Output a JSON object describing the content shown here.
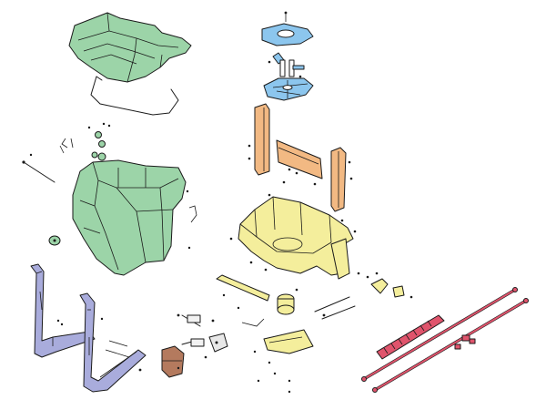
{
  "diagram": {
    "type": "exploded-parts-view",
    "colors": {
      "hopper_lid": "#9cd4a8",
      "hopper": "#9cd4a8",
      "spinner": "#8cc6ee",
      "uprights": "#f2b983",
      "main_frame": "#f4ee9c",
      "side_frames": "#a9acdc",
      "gearbox": "#b47a5e",
      "shafts": "#e0546c",
      "outline": "#1a1a1a"
    },
    "parts": [
      "hopper-lid",
      "lid-wire-handle",
      "spinner-disc-upper",
      "spinner-disc-lower",
      "hopper-tub",
      "upright-left",
      "upright-right",
      "upright-crossplate",
      "main-frame",
      "side-frame-left",
      "side-frame-right",
      "deflector-plate",
      "linkage-bar",
      "gearbox",
      "auger-shaft",
      "drive-shaft-upper",
      "drive-shaft-lower"
    ]
  }
}
